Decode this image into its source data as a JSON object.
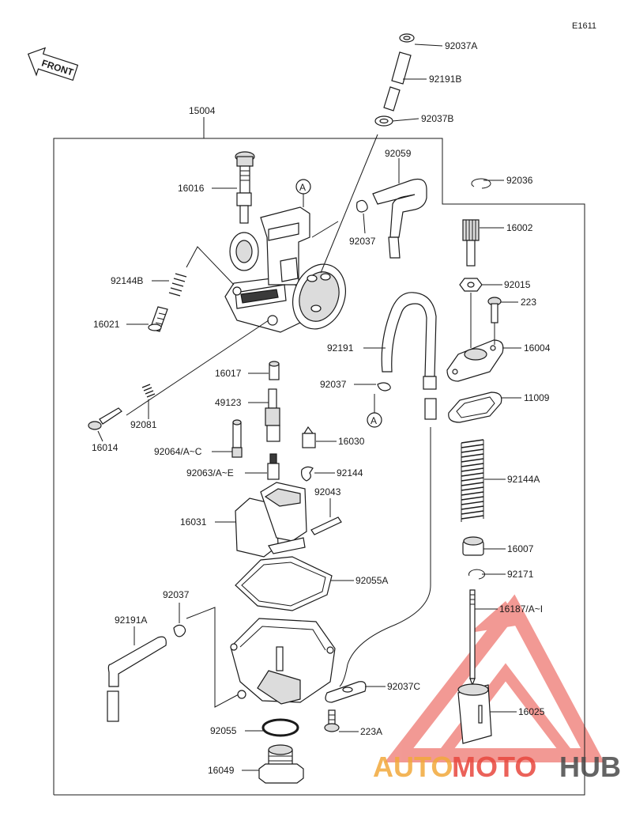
{
  "diagram_code": "E1611",
  "front_label": "FRONT",
  "circle_marker": "A",
  "labels": {
    "p15004": "15004",
    "p92037A": "92037A",
    "p92191B": "92191B",
    "p92037B": "92037B",
    "p92059": "92059",
    "p92036": "92036",
    "p16016": "16016",
    "p92037_top": "92037",
    "p16002": "16002",
    "p92144B": "92144B",
    "p92015": "92015",
    "p223": "223",
    "p16021": "16021",
    "p92191": "92191",
    "p16004": "16004",
    "p16017": "16017",
    "p92037_mid": "92037",
    "p11009": "11009",
    "p49123": "49123",
    "p92081": "92081",
    "p16014": "16014",
    "p92064": "92064/A~C",
    "p16030": "16030",
    "p92063": "92063/A~E",
    "p92144": "92144",
    "p92144A": "92144A",
    "p92043": "92043",
    "p16031": "16031",
    "p16007": "16007",
    "p92055A": "92055A",
    "p92171": "92171",
    "p92037_low": "92037",
    "p16187": "16187/A~I",
    "p92191A": "92191A",
    "p92037C": "92037C",
    "p16025": "16025",
    "p92055": "92055",
    "p223A": "223A",
    "p16049": "16049"
  },
  "watermark": {
    "part1": "AUTO",
    "part2": "MOTO",
    "part3": "HUB"
  },
  "colors": {
    "watermark_red": "#e8473e",
    "watermark_orange": "#f2a93b",
    "watermark_gray": "#4a4a4a",
    "line": "#1a1a1a"
  }
}
